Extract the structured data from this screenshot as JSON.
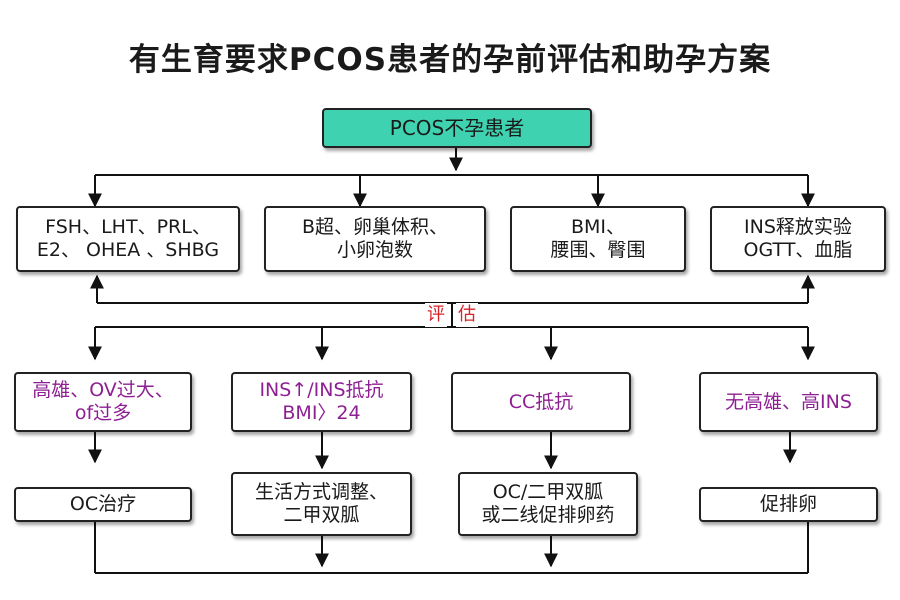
{
  "title": "有生育要求PCOS患者的孕前评估和助孕方案",
  "root": "PCOS不孕患者",
  "evaluation_boxes": [
    {
      "line1": "FSH、LHT、PRL、",
      "line2": "E2、 OHEA 、SHBG"
    },
    {
      "line1": "B超、卵巢体积、",
      "line2": "小卵泡数"
    },
    {
      "line1": "BMI、",
      "line2": "腰围、臀围"
    },
    {
      "line1": "INS释放实验",
      "line2": "OGTT、血脂"
    }
  ],
  "evaluation_label": {
    "left": "评",
    "right": "估"
  },
  "conditions": [
    {
      "line1": "高雄、OV过大、",
      "line2": "of过多"
    },
    {
      "line1": "INS↑/INS抵抗",
      "line2": "BMI〉24"
    },
    {
      "line1": "CC抵抗",
      "line2": ""
    },
    {
      "line1": "无高雄、高INS",
      "line2": ""
    }
  ],
  "treatments": [
    {
      "line1": "OC治疗",
      "line2": ""
    },
    {
      "line1": "生活方式调整、",
      "line2": "二甲双胍"
    },
    {
      "line1": "OC/二甲双胍",
      "line2": "或二线促排卵药"
    },
    {
      "line1": "促排卵",
      "line2": ""
    }
  ],
  "colors": {
    "root_fill": "#3ed2b0",
    "condition_text": "#8e1f93",
    "evaluation_label": "#d8232a",
    "line": "#111111"
  }
}
